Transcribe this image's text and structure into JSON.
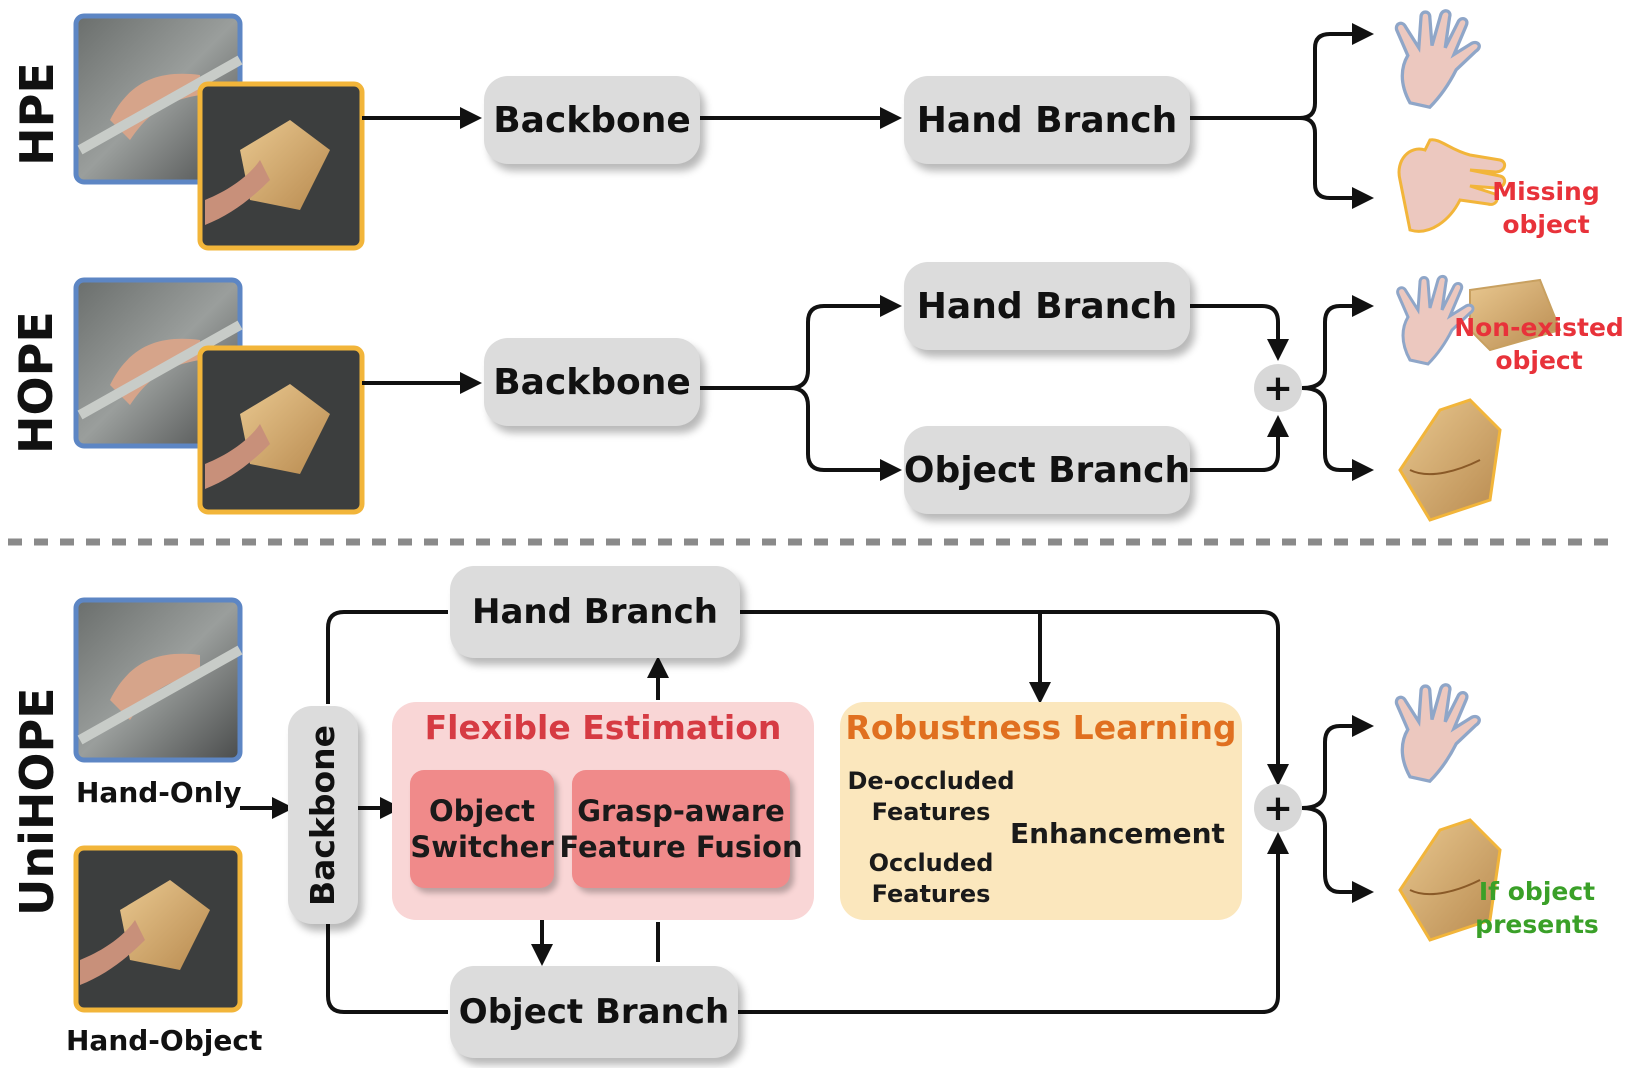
{
  "rows": {
    "hpe": "HPE",
    "hope": "HOPE",
    "unihope": "UniHOPE"
  },
  "modules": {
    "backbone": "Backbone",
    "hand_branch": "Hand Branch",
    "object_branch": "Object Branch"
  },
  "flexible": {
    "title": "Flexible Estimation",
    "object_switcher": "Object\nSwitcher",
    "feature_fusion": "Grasp-aware\nFeature Fusion"
  },
  "robustness": {
    "title": "Robustness Learning",
    "deoccluded": "De-occluded\nFeatures",
    "occluded": "Occluded\nFeatures",
    "enhancement": "Enhancement"
  },
  "inputs": {
    "hand_only": "Hand-Only",
    "hand_object": "Hand-Object"
  },
  "notes": {
    "missing": "Missing\nobject",
    "nonexisted": "Non-existed\nobject",
    "if_present": "If object\npresents"
  },
  "symbols": {
    "plus": "+"
  },
  "colors": {
    "box": "#dcdcdc",
    "flex_panel": "#f9d6d6",
    "flex_title": "#d63b43",
    "robust_panel": "#fbe7bd",
    "robust_title": "#e07020",
    "note_red": "#e8323a",
    "note_green": "#3aa028",
    "blue_frame": "#5d86c4",
    "orange_frame": "#f2b53a",
    "dot_red": "#d9541e",
    "dot_yellow": "#e9b443",
    "dot_blue": "#4f8cc0",
    "dashed_divider": "#8a8a8a"
  },
  "icons": [
    "hand-photo",
    "hand-object-photo",
    "hand-mesh-icon",
    "hand-mesh-missing-icon",
    "hand-object-mesh-icon",
    "object-mesh-icon"
  ]
}
